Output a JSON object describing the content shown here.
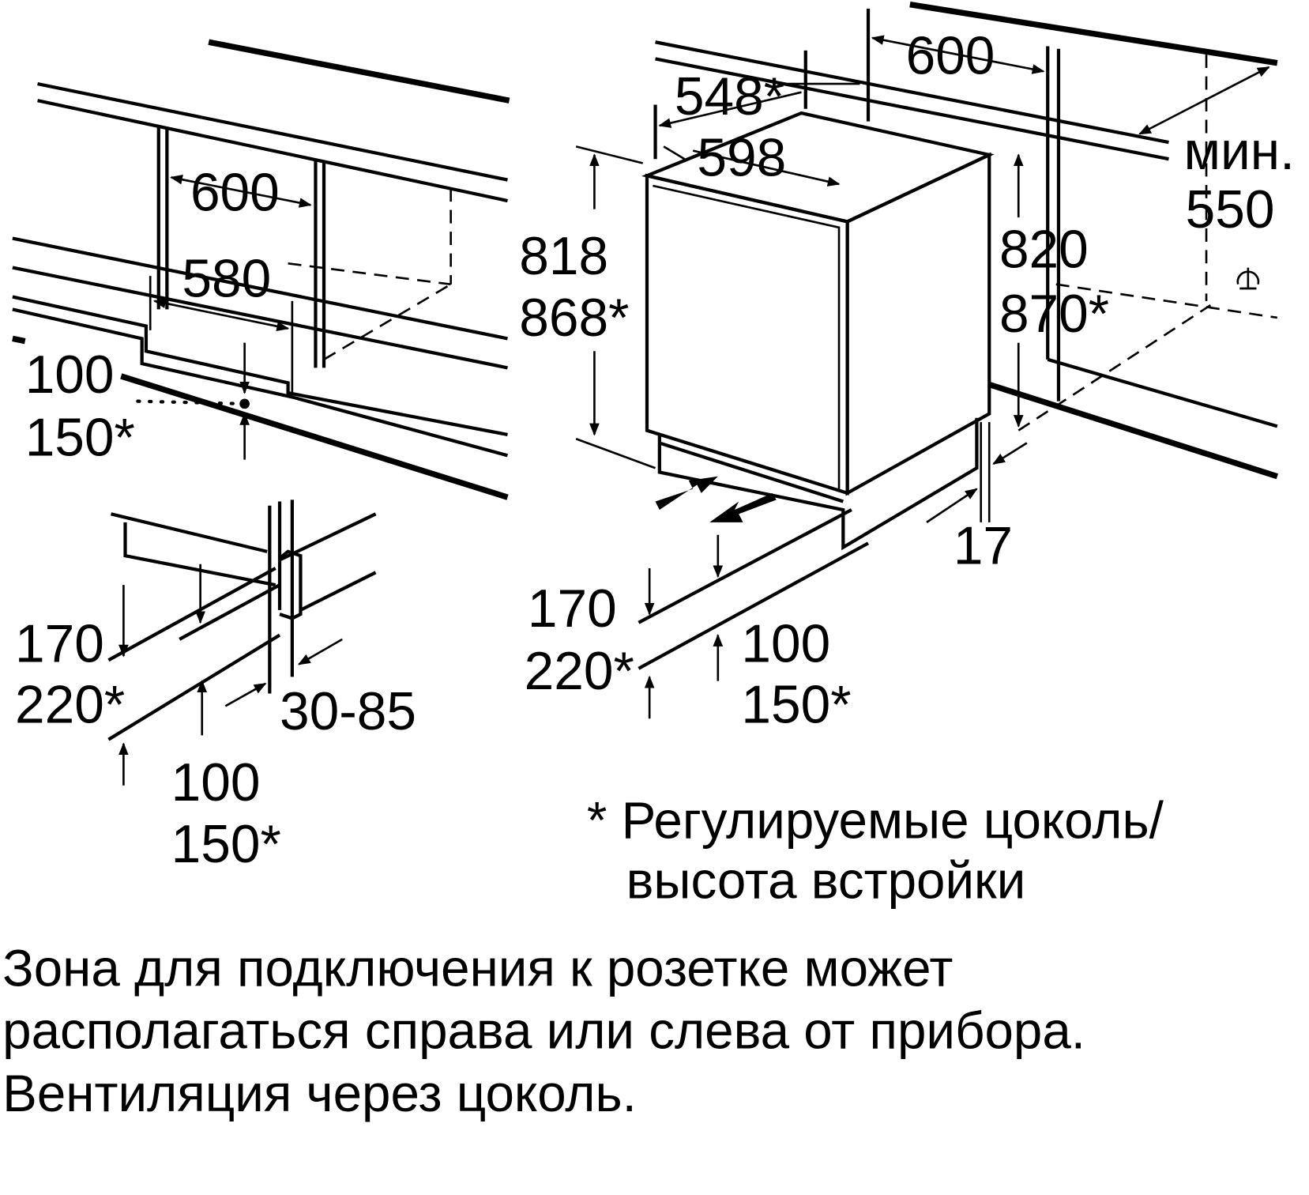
{
  "left_view": {
    "niche_width": "600",
    "inner_width": "580",
    "plinth_depth": [
      "100",
      "150*"
    ],
    "plinth_height": [
      "170",
      "220*"
    ],
    "door_offset": "30-85",
    "plinth_setback": [
      "100",
      "150*"
    ]
  },
  "right_view": {
    "niche_width": "600",
    "depth": "548*",
    "width": "598",
    "height_left": [
      "818",
      "868*"
    ],
    "niche_height": [
      "820",
      "870*"
    ],
    "min_depth": [
      "мин.",
      "550"
    ],
    "gap": "17",
    "plinth_height": [
      "170",
      "220*"
    ],
    "plinth_setback": [
      "100",
      "150*"
    ]
  },
  "footnote": [
    "* Регулируемые цоколь/",
    "высота встройки"
  ],
  "notes": [
    "Зона для подключения к розетке может",
    "располагаться справа или слева от прибора.",
    "Вентиляция через цоколь."
  ]
}
